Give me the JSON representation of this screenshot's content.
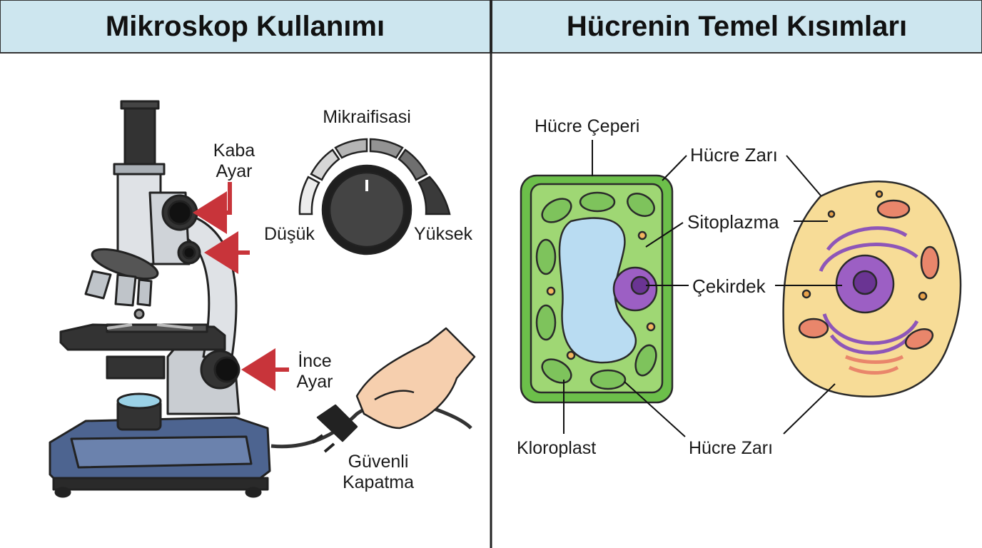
{
  "colors": {
    "header_bg": "#cde6ef",
    "divider": "#222222",
    "arrow": "#c8343a",
    "cell_wall": "#6cbf4a",
    "cytoplasm_plant": "#9fd774",
    "vacuole": "#b9dcf2",
    "nucleus": "#9c5fc4",
    "animal_cell": "#f7dc97"
  },
  "left_panel": {
    "title": "Mikroskop Kullanımı",
    "coarse_knob_line1": "Kaba",
    "coarse_knob_line2": "Ayar",
    "fine_knob_line1": "İnce",
    "fine_knob_line2": "Ayar",
    "dial_title": "Mikraifisasi",
    "dial_low": "Düşük",
    "dial_high": "Yüksek",
    "shutdown_line1": "Güvenli",
    "shutdown_line2": "Kapatma"
  },
  "right_panel": {
    "title": "Hücrenin Temel Kısımları",
    "cell_wall": "Hücre Çeperi",
    "cell_membrane_top": "Hücre Zarı",
    "cytoplasm": "Sitoplazma",
    "nucleus": "Çekirdek",
    "chloroplast": "Kloroplast",
    "cell_membrane_bottom": "Hücre Zarı"
  }
}
